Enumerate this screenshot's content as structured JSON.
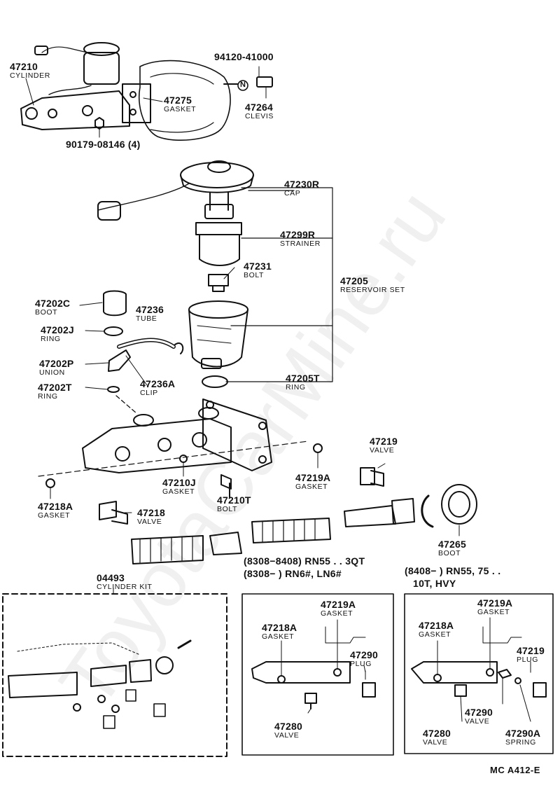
{
  "watermark": "ToyotaCarMine.ru",
  "parts": {
    "p47210": {
      "num": "47210",
      "name": "CYLINDER"
    },
    "p94120": {
      "num": "94120-41000"
    },
    "p47275": {
      "num": "47275",
      "name": "GASKET"
    },
    "p47264": {
      "num": "47264",
      "name": "CLEVIS"
    },
    "p90179": {
      "num": "90179-08146 (4)"
    },
    "p47230R": {
      "num": "47230R",
      "name": "CAP"
    },
    "p47299R": {
      "num": "47299R",
      "name": "STRAINER"
    },
    "p47231": {
      "num": "47231",
      "name": "BOLT"
    },
    "p47205": {
      "num": "47205",
      "name": "RESERVOIR SET"
    },
    "p47202C": {
      "num": "47202C",
      "name": "BOOT"
    },
    "p47236": {
      "num": "47236",
      "name": "TUBE"
    },
    "p47202J": {
      "num": "47202J",
      "name": "RING"
    },
    "p47202P": {
      "num": "47202P",
      "name": "UNION"
    },
    "p47236A": {
      "num": "47236A",
      "name": "CLIP"
    },
    "p47205T": {
      "num": "47205T",
      "name": "RING"
    },
    "p47202T": {
      "num": "47202T",
      "name": "RING"
    },
    "p47219": {
      "num": "47219",
      "name": "VALVE"
    },
    "p47210J": {
      "num": "47210J",
      "name": "GASKET"
    },
    "p47219A": {
      "num": "47219A",
      "name": "GASKET"
    },
    "p47218A": {
      "num": "47218A",
      "name": "GASKET"
    },
    "p47210T": {
      "num": "47210T",
      "name": "BOLT"
    },
    "p47218": {
      "num": "47218",
      "name": "VALVE"
    },
    "p47265": {
      "num": "47265",
      "name": "BOOT"
    },
    "p04493": {
      "num": "04493",
      "name": "CYLINDER KIT"
    }
  },
  "marker_n": "N",
  "ranges": {
    "line1": "(8308−8408) RN55 . . 3QT",
    "line2": "(8308−        ) RN6#, LN6#",
    "line3a": "(8408−        ) RN55, 75 . .",
    "line3b": "10T, HVY"
  },
  "panel_mid": {
    "p47219A": {
      "num": "47219A",
      "name": "GASKET"
    },
    "p47218A": {
      "num": "47218A",
      "name": "GASKET"
    },
    "p47290": {
      "num": "47290",
      "name": "PLUG"
    },
    "p47280": {
      "num": "47280",
      "name": "VALVE"
    }
  },
  "panel_right": {
    "p47219A": {
      "num": "47219A",
      "name": "GASKET"
    },
    "p47218A": {
      "num": "47218A",
      "name": "GASKET"
    },
    "p47219": {
      "num": "47219",
      "name": "PLUG"
    },
    "p47290": {
      "num": "47290",
      "name": "VALVE"
    },
    "p47280": {
      "num": "47280",
      "name": "VALVE"
    },
    "p47290A": {
      "num": "47290A",
      "name": "SPRING"
    }
  },
  "footer_code": "MC  A412-E"
}
